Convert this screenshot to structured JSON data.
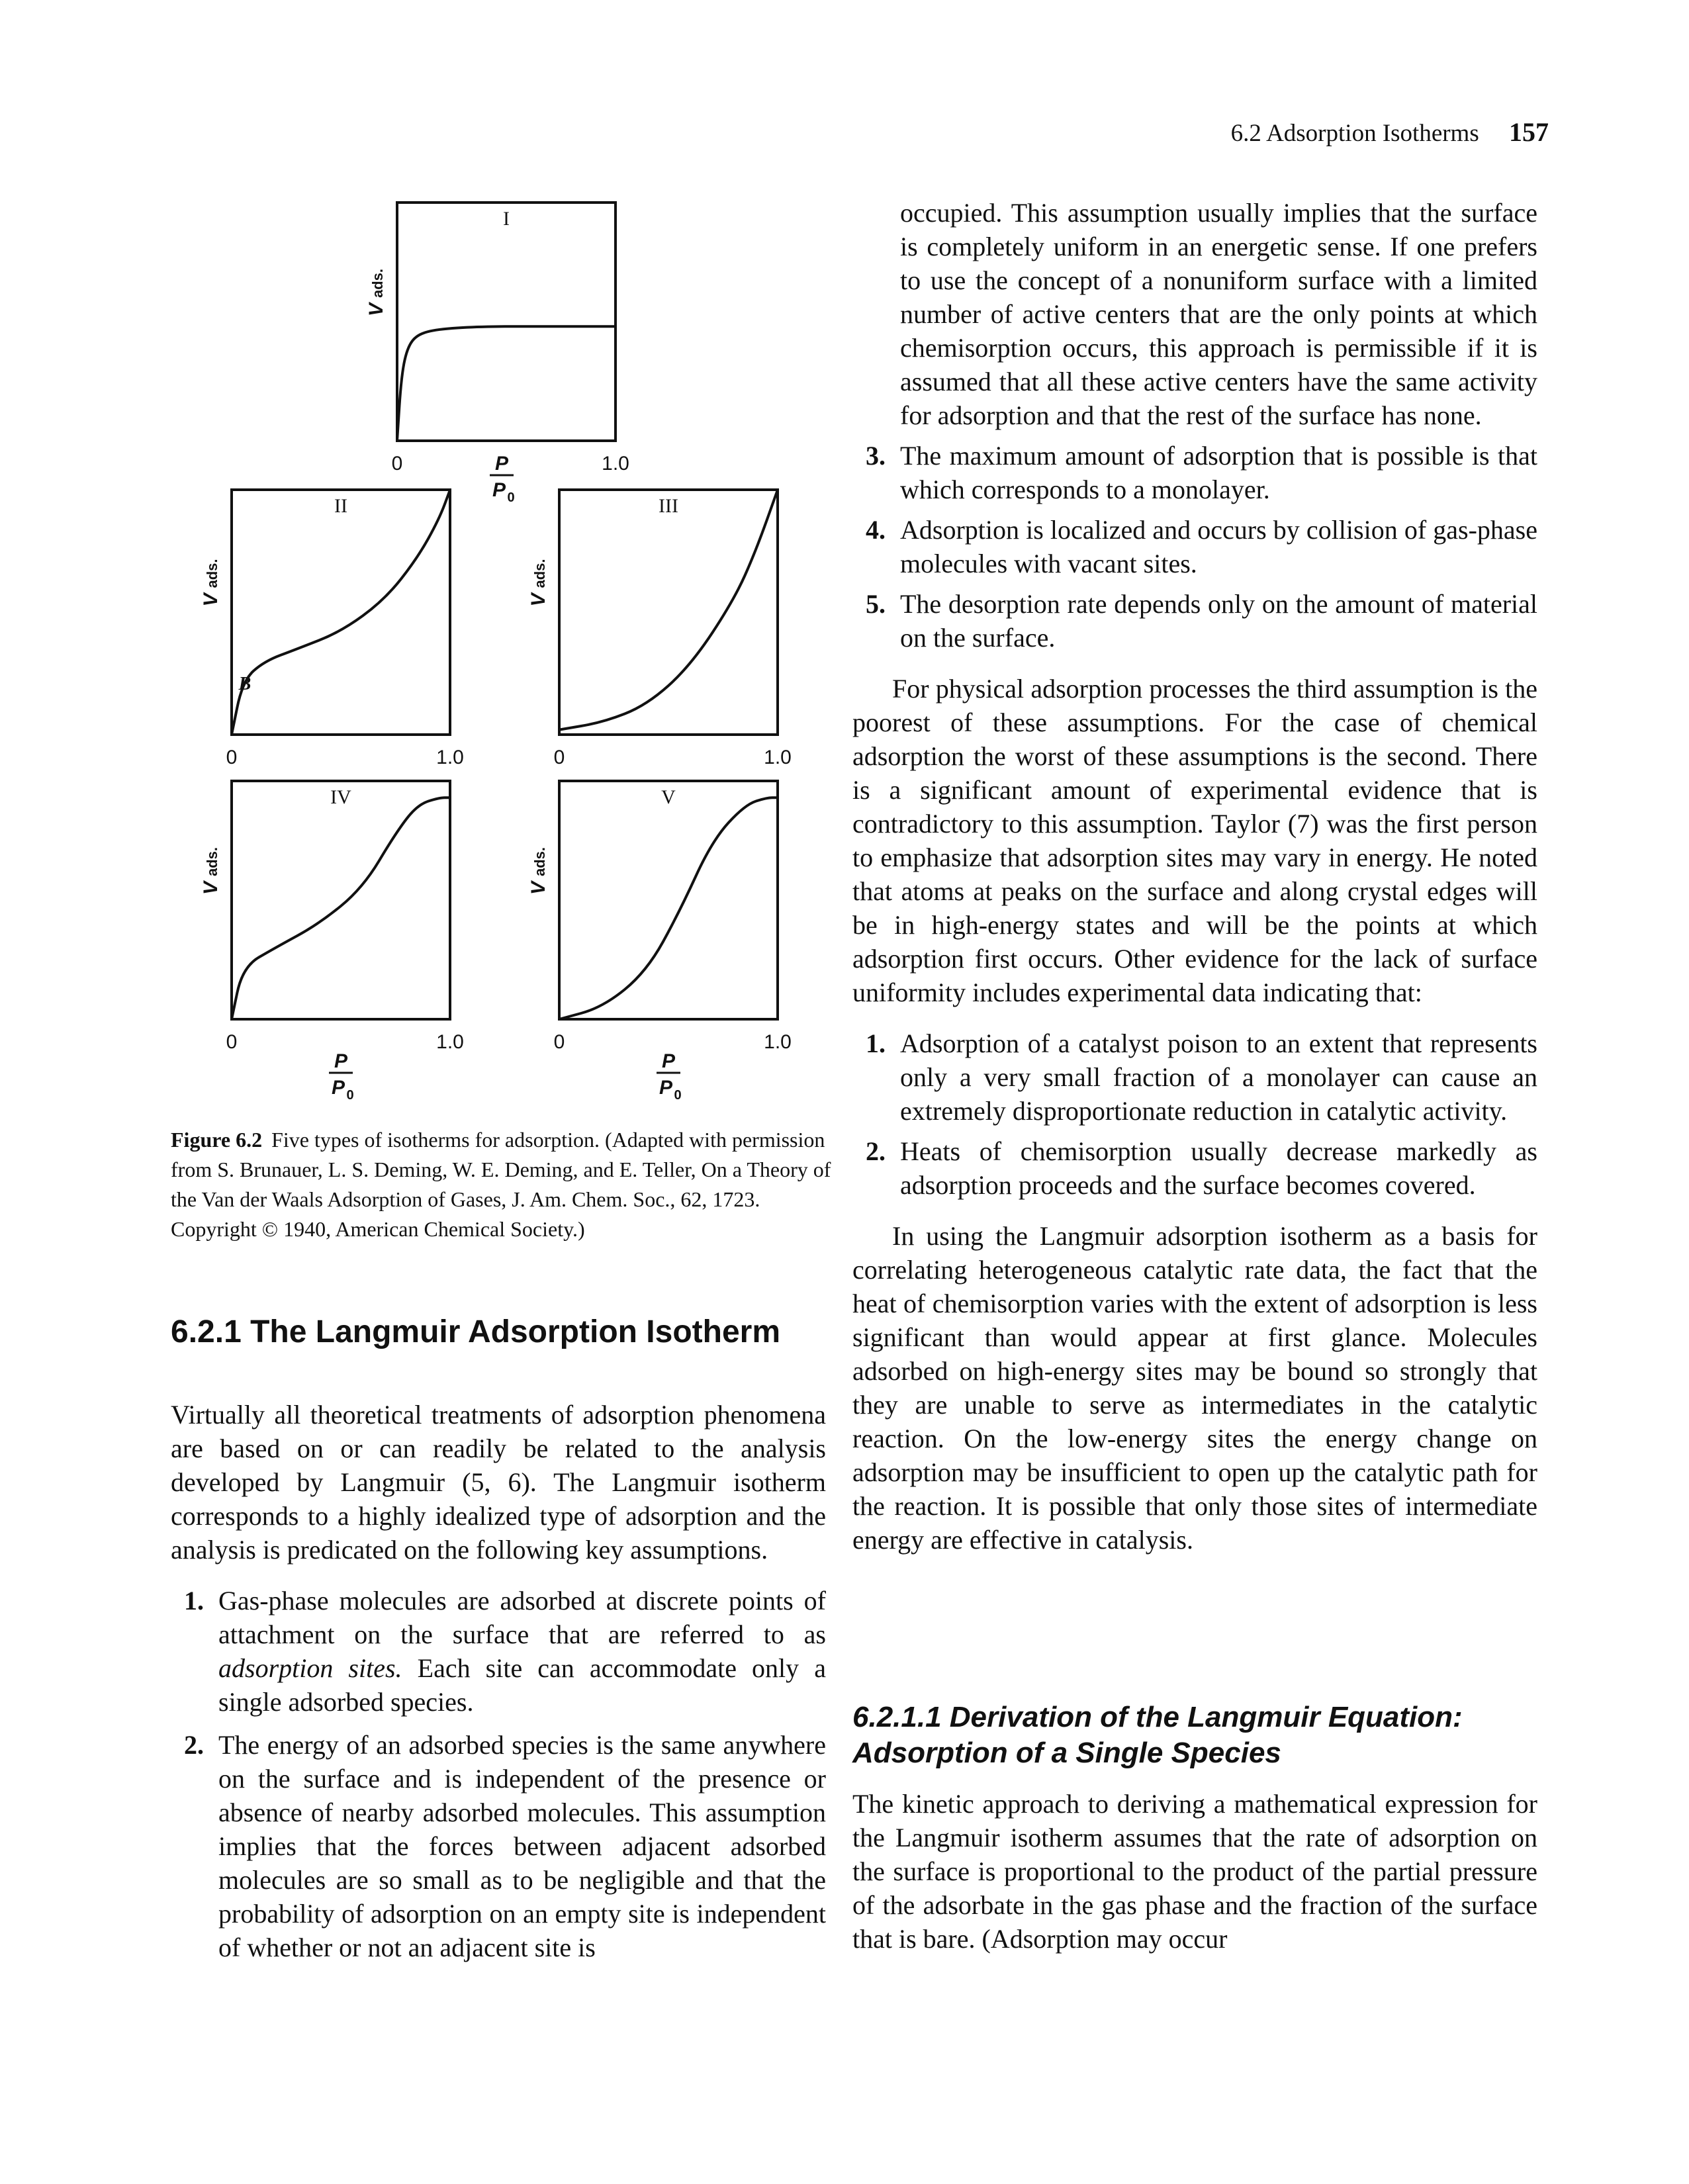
{
  "header": {
    "running_title": "6.2 Adsorption Isotherms",
    "page_number": "157"
  },
  "figure": {
    "y_axis_label": "V",
    "y_axis_subscript": "ads.",
    "x_axis_label_num": "P",
    "x_axis_label_den": "P",
    "x_axis_label_den_sub": "0",
    "x_min_label": "0",
    "x_max_label": "1.0",
    "panels": [
      {
        "label": "I"
      },
      {
        "label": "II",
        "point_label": "B"
      },
      {
        "label": "III"
      },
      {
        "label": "IV"
      },
      {
        "label": "V"
      }
    ],
    "caption_label": "Figure 6.2",
    "caption_text": "Five types of isotherms for adsorption. (Adapted with permission from S. Brunauer, L. S. Deming, W. E. Deming, and E. Teller, On a Theory of the Van der Waals Adsorption of Gases, J. Am. Chem. Soc., 62, 1723. Copyright © 1940, American Chemical Society.)"
  },
  "chart_data": [
    {
      "type": "line",
      "title": "I",
      "xlabel": "P/P0",
      "ylabel": "V ads.",
      "xlim": [
        0,
        1.0
      ],
      "series": [
        {
          "x": [
            0,
            0.02,
            0.05,
            0.1,
            0.2,
            0.4,
            0.7,
            1.0
          ],
          "y": [
            0,
            0.28,
            0.4,
            0.45,
            0.47,
            0.48,
            0.48,
            0.48
          ]
        }
      ]
    },
    {
      "type": "line",
      "title": "II",
      "xlabel": "P/P0",
      "ylabel": "V ads.",
      "xlim": [
        0,
        1.0
      ],
      "annotations": [
        "B"
      ],
      "series": [
        {
          "x": [
            0,
            0.05,
            0.15,
            0.3,
            0.5,
            0.7,
            0.85,
            0.95,
            1.0
          ],
          "y": [
            0,
            0.22,
            0.3,
            0.35,
            0.42,
            0.55,
            0.72,
            0.88,
            1.0
          ]
        }
      ]
    },
    {
      "type": "line",
      "title": "III",
      "xlabel": "P/P0",
      "ylabel": "V ads.",
      "xlim": [
        0,
        1.0
      ],
      "series": [
        {
          "x": [
            0,
            0.2,
            0.4,
            0.6,
            0.8,
            0.9,
            1.0
          ],
          "y": [
            0.02,
            0.05,
            0.12,
            0.28,
            0.55,
            0.75,
            1.0
          ]
        }
      ]
    },
    {
      "type": "line",
      "title": "IV",
      "xlabel": "P/P0",
      "ylabel": "V ads.",
      "xlim": [
        0,
        1.0
      ],
      "series": [
        {
          "x": [
            0,
            0.05,
            0.2,
            0.4,
            0.6,
            0.75,
            0.85,
            0.95,
            1.0
          ],
          "y": [
            0,
            0.22,
            0.3,
            0.4,
            0.55,
            0.78,
            0.9,
            0.93,
            0.93
          ]
        }
      ]
    },
    {
      "type": "line",
      "title": "V",
      "xlabel": "P/P0",
      "ylabel": "V ads.",
      "xlim": [
        0,
        1.0
      ],
      "series": [
        {
          "x": [
            0,
            0.2,
            0.4,
            0.55,
            0.7,
            0.85,
            0.95,
            1.0
          ],
          "y": [
            0,
            0.05,
            0.2,
            0.45,
            0.75,
            0.9,
            0.93,
            0.93
          ]
        }
      ]
    }
  ],
  "left_column": {
    "section_title": "6.2.1 The Langmuir Adsorption Isotherm",
    "intro_paragraph": "Virtually all theoretical treatments of adsorption phenomena are based on or can readily be related to the analysis developed by Langmuir (5, 6). The Langmuir isotherm corresponds to a highly idealized type of adsorption and the analysis is predicated on the following key assumptions.",
    "assumptions": [
      {
        "num": "1.",
        "text_before": "Gas-phase molecules are adsorbed at discrete points of attachment on the surface that are referred to as ",
        "emphasis": "adsorption sites.",
        "text_after": " Each site can accommodate only a single adsorbed species."
      },
      {
        "num": "2.",
        "text": "The energy of an adsorbed species is the same anywhere on the surface and is independent of the presence or absence of nearby adsorbed molecules. This assumption implies that the forces between adjacent adsorbed molecules are so small as to be negligible and that the probability of adsorption on an empty site is independent of whether or not an adjacent site is"
      }
    ]
  },
  "right_column": {
    "continuation": "occupied. This assumption usually implies that the surface is completely uniform in an energetic sense. If one prefers to use the concept of a nonuniform surface with a limited number of active centers that are the only points at which chemisorption occurs, this approach is permissible if it is assumed that all these active centers have the same activity for adsorption and that the rest of the surface has none.",
    "assumptions": [
      {
        "num": "3.",
        "text": "The maximum amount of adsorption that is possible is that which corresponds to a monolayer."
      },
      {
        "num": "4.",
        "text": "Adsorption is localized and occurs by collision of gas-phase molecules with vacant sites."
      },
      {
        "num": "5.",
        "text": "The desorption rate depends only on the amount of material on the surface."
      }
    ],
    "paragraph_physical": "For physical adsorption processes the third assumption is the poorest of these assumptions. For the case of chemical adsorption the worst of these assumptions is the second. There is a significant amount of experimental evidence that is contradictory to this assumption. Taylor (7) was the first person to emphasize that adsorption sites may vary in energy. He noted that atoms at peaks on the surface and along crystal edges will be in high-energy states and will be the points at which adsorption first occurs. Other evidence for the lack of surface uniformity includes experimental data indicating that:",
    "evidence": [
      {
        "num": "1.",
        "text": "Adsorption of a catalyst poison to an extent that represents only a very small fraction of a monolayer can cause an extremely disproportionate reduction in catalytic activity."
      },
      {
        "num": "2.",
        "text": "Heats of chemisorption usually decrease markedly as adsorption proceeds and the surface becomes covered."
      }
    ],
    "paragraph_langmuir": "In using the Langmuir adsorption isotherm as a basis for correlating heterogeneous catalytic rate data, the fact that the heat of chemisorption varies with the extent of adsorption is less significant than would appear at first glance. Molecules adsorbed on high-energy sites may be bound so strongly that they are unable to serve as intermediates in the catalytic reaction. On the low-energy sites the energy change on adsorption may be insufficient to open up the catalytic path for the reaction. It is possible that only those sites of intermediate energy are effective in catalysis.",
    "subsection_title": "6.2.1.1 Derivation of the Langmuir Equation: Adsorption of a Single Species",
    "paragraph_kinetic": "The kinetic approach to deriving a mathematical expression for the Langmuir isotherm assumes that the rate of adsorption on the surface is proportional to the product of the partial pressure of the adsorbate in the gas phase and the fraction of the surface that is bare. (Adsorption may occur"
  }
}
